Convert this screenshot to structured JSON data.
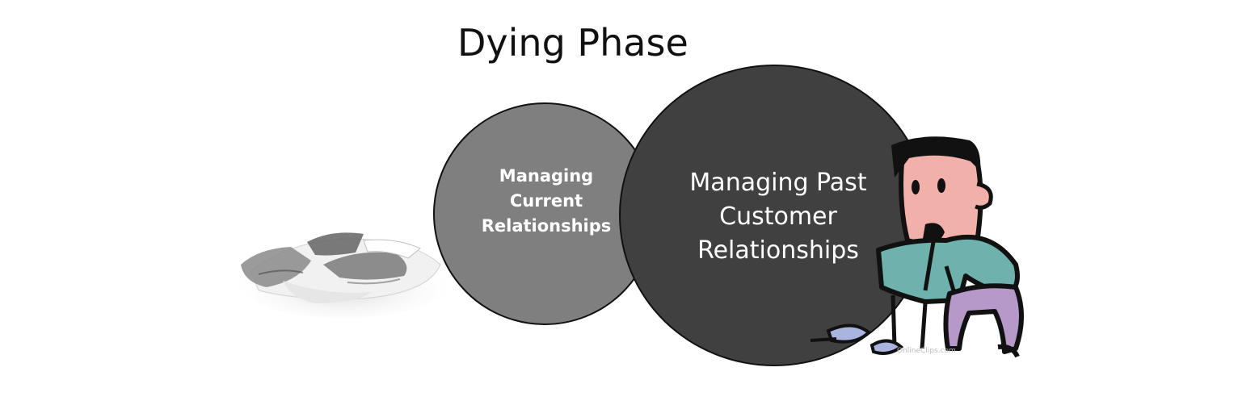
{
  "slide": {
    "title": "Dying Phase",
    "circles": [
      {
        "label": "Managing Current Relationships",
        "fill": "#7f7f7f"
      },
      {
        "label": "Managing Past Customer Relationships",
        "fill": "#404040"
      }
    ],
    "illustrations": {
      "left": "broken-plate-icon",
      "right": "sad-man-with-broken-cup-icon"
    },
    "watermark": "OnlineClips.com"
  }
}
